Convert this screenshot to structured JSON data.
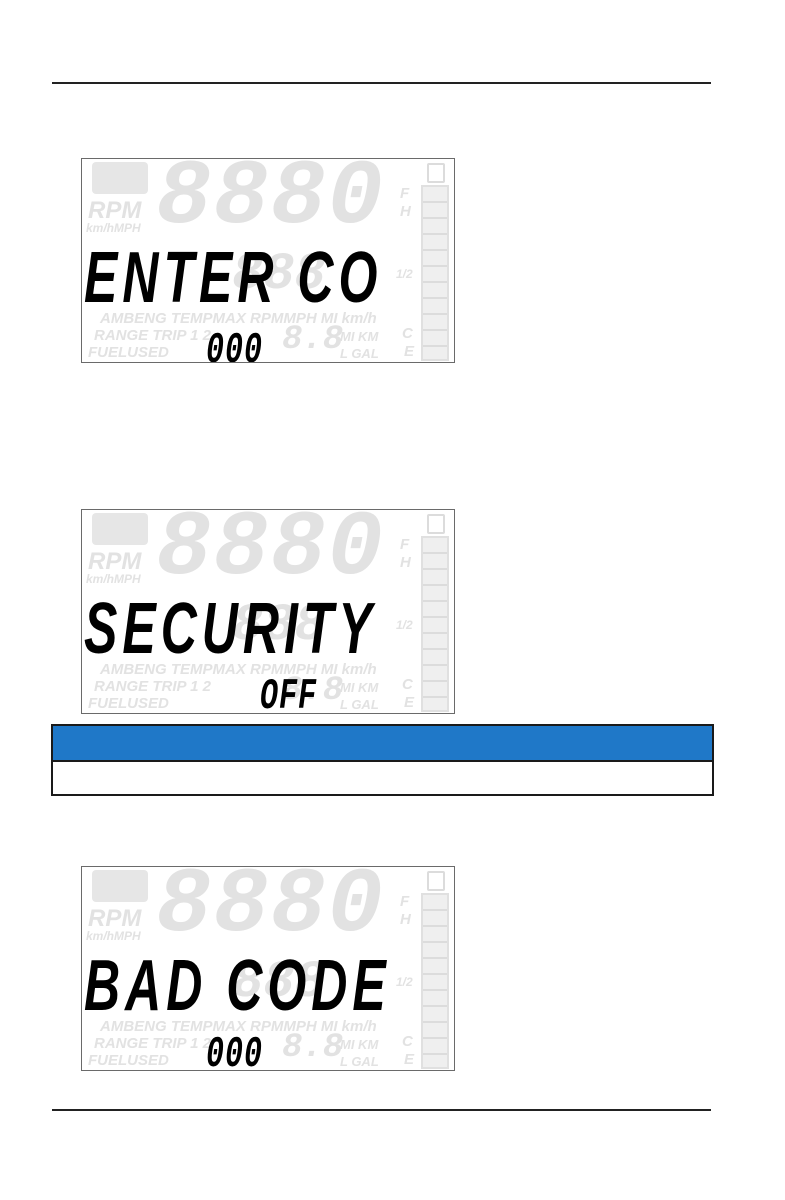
{
  "lcd_background": {
    "big_digits": "8880",
    "rpm": "RPM",
    "kmh_mph": "km/hMPH",
    "fuel_f": "F",
    "fuel_h": "H",
    "fuel_half": "1/2",
    "fuel_c": "C",
    "fuel_e": "E",
    "row1": "AMBENG TEMPMAX RPMMPH MI km/h",
    "row2": "RANGE TRIP 1 2",
    "row3": "FUELUSED",
    "mi_km": "MI KM",
    "l_gal": "L GAL",
    "mid_digits": "888",
    "small_digits": "8.8"
  },
  "screens": [
    {
      "main_text": "ENTER CO",
      "value_text": "000"
    },
    {
      "main_text": "SECURITY",
      "value_text": "OFF"
    },
    {
      "main_text": "BAD CODE",
      "value_text": "000"
    }
  ],
  "colors": {
    "note_header": "#1f78c8",
    "lcd_segment_on": "#000000",
    "lcd_segment_off": "#e2e2e2"
  }
}
